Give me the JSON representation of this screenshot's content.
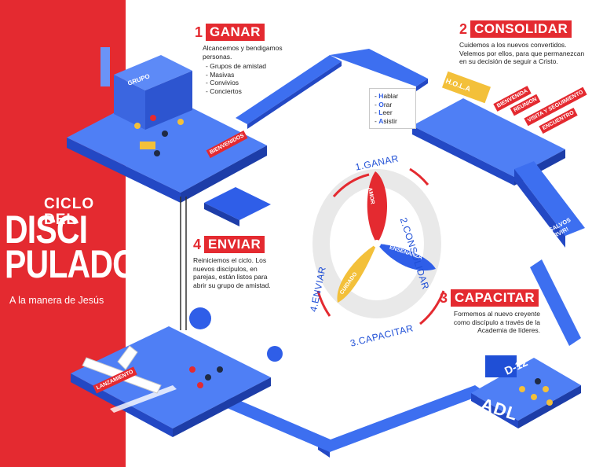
{
  "title": {
    "line1": "CICLO DEL",
    "line2": "DISCI",
    "line3": "PULADO",
    "subtitle": "A la manera de Jesús"
  },
  "steps": [
    {
      "number": "1",
      "label": "GANAR",
      "description": "Alcancemos y bendigamos personas.",
      "items": [
        "Grupos de amistad",
        "Masivas",
        "Convivios",
        "Conciertos"
      ]
    },
    {
      "number": "2",
      "label": "CONSOLIDAR",
      "description": "Cuidemos a los nuevos convertidos. Velemos por ellos, para que permanezcan en su decisión de seguir a Cristo."
    },
    {
      "number": "3",
      "label": "CAPACITAR",
      "description": "Formemos al nuevo creyente como discípulo a través de la Academia de líderes."
    },
    {
      "number": "4",
      "label": "ENVIAR",
      "description": "Reiniciemos el ciclo. Los nuevos discípulos, en parejas, están listos para abrir su grupo de amistad."
    }
  ],
  "hoar_box": {
    "lines": [
      {
        "initial": "H",
        "rest": "ablar"
      },
      {
        "initial": "O",
        "rest": "rar"
      },
      {
        "initial": "L",
        "rest": "eer"
      },
      {
        "initial": "A",
        "rest": "sistir"
      }
    ]
  },
  "cycle": {
    "labels": [
      "1.GANAR",
      "2.CONSOLIDAR",
      "3.CAPACITAR",
      "4.ENVIAR"
    ],
    "blades": [
      "AMOR",
      "ENSEÑANZA",
      "CUIDADO"
    ]
  },
  "scene_labels": {
    "grupo": "GRUPO",
    "bienvenidos": "BIENVENIDOS",
    "hola": "H.O.L.A",
    "bienvenida": "BIENVENIDA",
    "reunion": "REUNION",
    "visita": "VISITA Y SEGUIMIENTO",
    "encuentro": "ENCUENTRO",
    "sanos_1": "¡SANOS Y SALVOS",
    "sanos_2": "PARA SERVIR!",
    "lanzamiento": "LANZAMIENTO",
    "d12": "D-12",
    "adl": "ADL"
  },
  "colors": {
    "accent_red": "#e42a30",
    "path_blue": "#3d6ff0",
    "path_dark": "#2348c4"
  }
}
